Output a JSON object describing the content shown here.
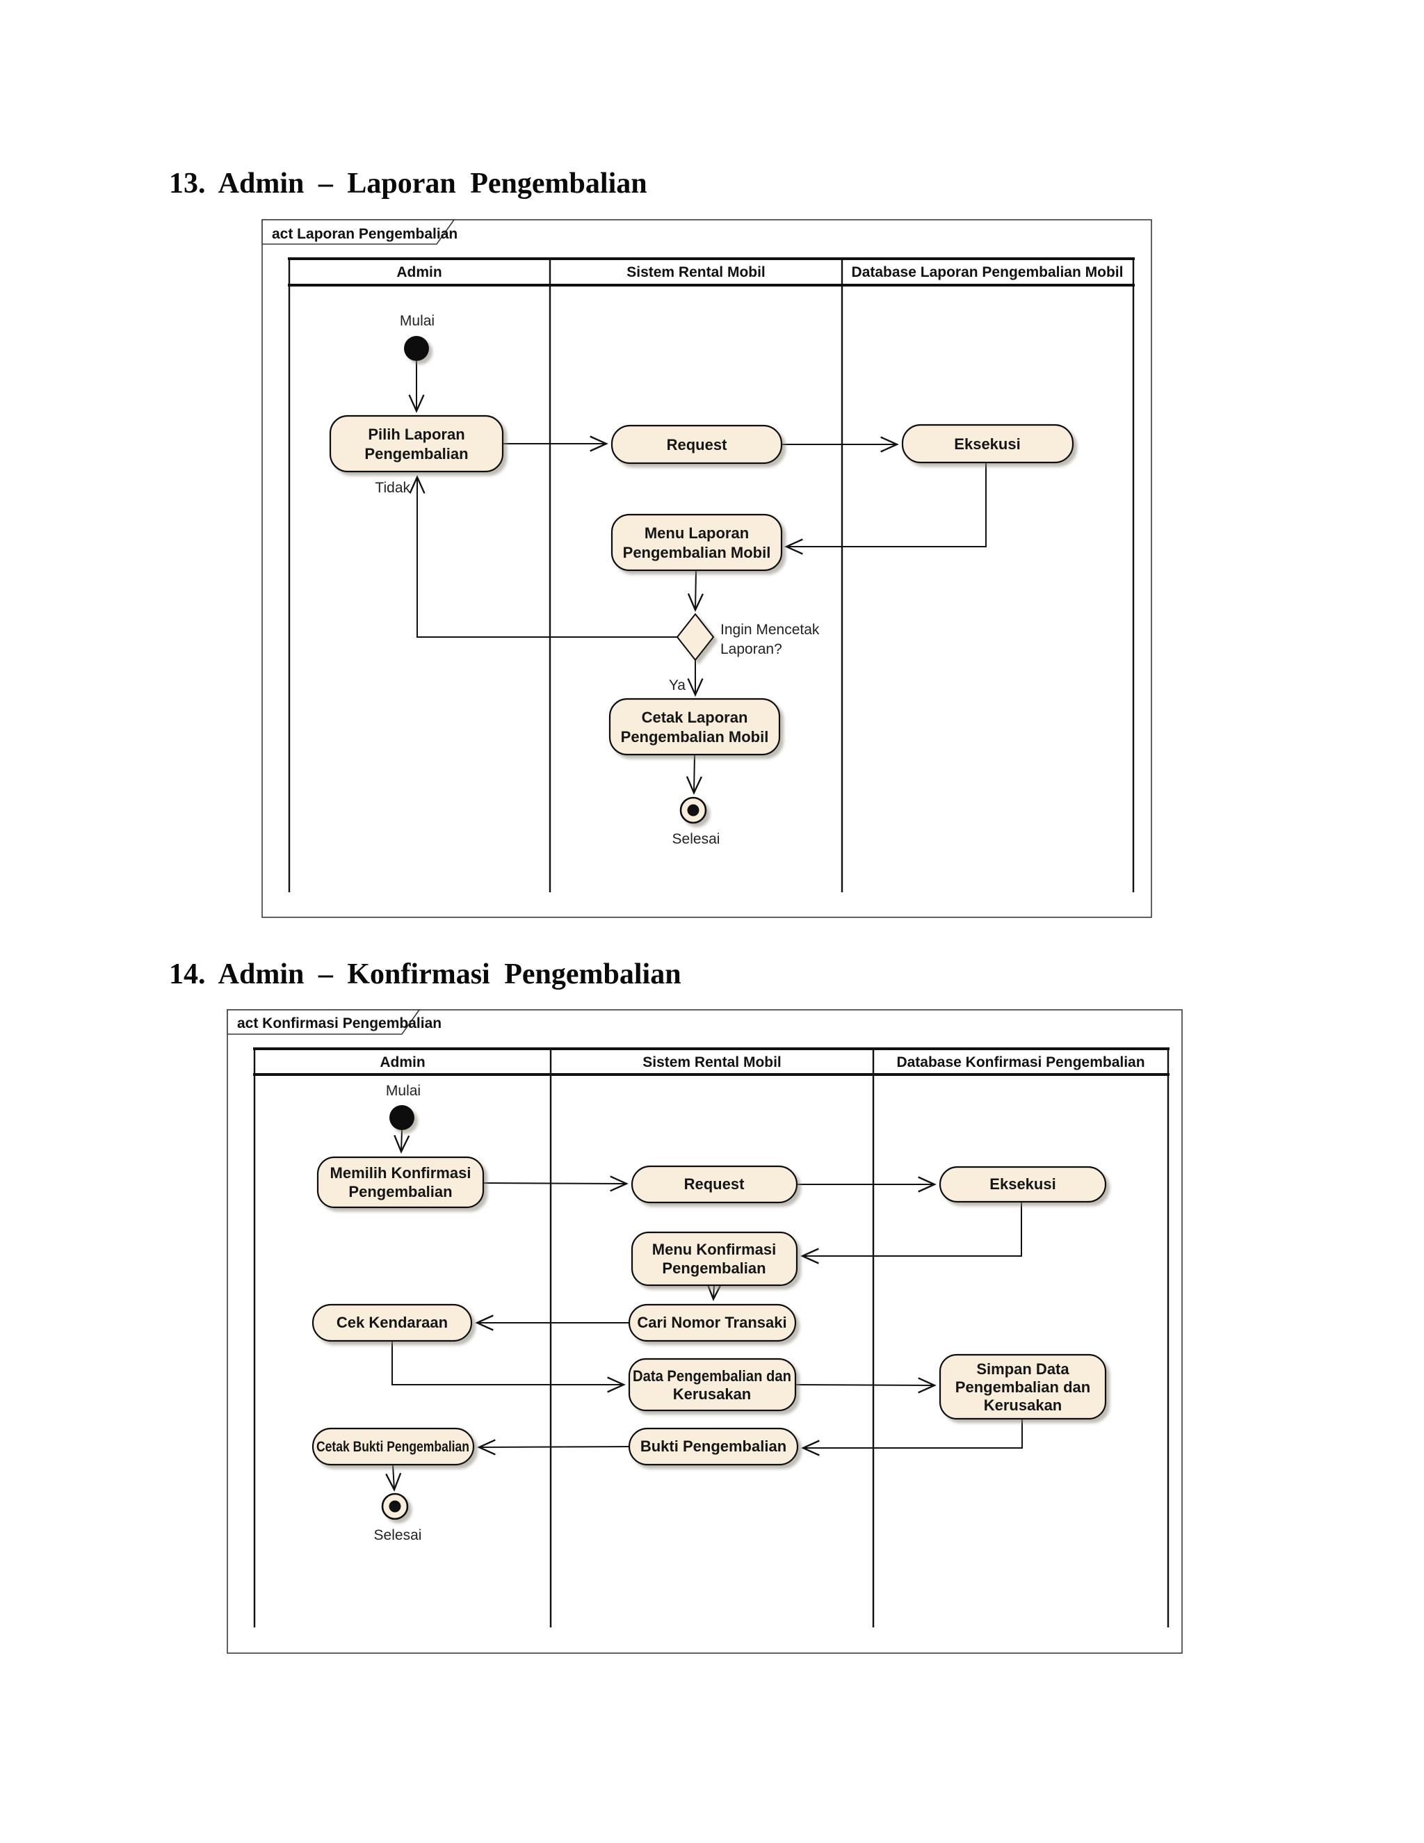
{
  "headings": {
    "section13": "13. Admin – Laporan Pengembalian",
    "section14": "14. Admin – Konfirmasi Pengembalian"
  },
  "colors": {
    "activity_fill": "#F8EEDB",
    "activity_border": "#111111",
    "flow_line": "#111111",
    "frame_border": "#3A3A3A",
    "start_node": "#111111",
    "shadow": "#8A8678"
  },
  "diagram1": {
    "frame_label": "act Laporan Pengembalian",
    "lanes": {
      "admin": "Admin",
      "system": "Sistem Rental Mobil",
      "database": "Database Laporan Pengembalian Mobil"
    },
    "start_label": "Mulai",
    "end_label": "Selesai",
    "nodes": {
      "pilih": {
        "line1": "Pilih Laporan",
        "line2": "Pengembalian"
      },
      "request": {
        "line1": "Request"
      },
      "eksekusi": {
        "line1": "Eksekusi"
      },
      "menu": {
        "line1": "Menu Laporan",
        "line2": "Pengembalian Mobil"
      },
      "cetak": {
        "line1": "Cetak Laporan",
        "line2": "Pengembalian Mobil"
      }
    },
    "decision": {
      "question_line1": "Ingin Mencetak",
      "question_line2": "Laporan?",
      "yes_label": "Ya",
      "no_label": "Tidak"
    }
  },
  "diagram2": {
    "frame_label": "act Konfirmasi Pengembalian",
    "lanes": {
      "admin": "Admin",
      "system": "Sistem Rental Mobil",
      "database": "Database Konfirmasi Pengembalian"
    },
    "start_label": "Mulai",
    "end_label": "Selesai",
    "nodes": {
      "memilih": {
        "line1": "Memilih Konfirmasi",
        "line2": "Pengembalian"
      },
      "request": {
        "line1": "Request"
      },
      "eksekusi": {
        "line1": "Eksekusi"
      },
      "menu": {
        "line1": "Menu Konfirmasi",
        "line2": "Pengembalian"
      },
      "cek": {
        "line1": "Cek Kendaraan"
      },
      "cari": {
        "line1": "Cari Nomor Transaki"
      },
      "data": {
        "line1": "Data Pengembalian dan",
        "line2": "Kerusakan"
      },
      "simpan": {
        "line1": "Simpan Data",
        "line2": "Pengembalian dan",
        "line3": "Kerusakan"
      },
      "bukti": {
        "line1": "Bukti Pengembalian"
      },
      "cetak_bukti": {
        "line1": "Cetak Bukti Pengembalian"
      }
    }
  }
}
